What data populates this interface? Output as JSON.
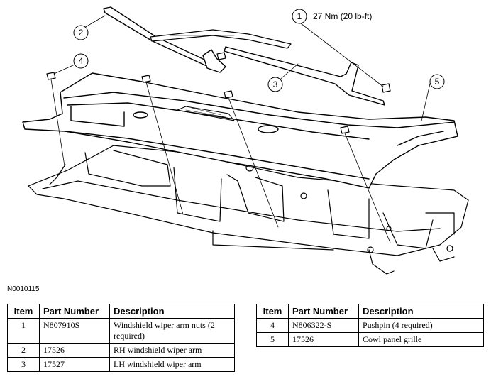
{
  "callouts": {
    "c1": "1",
    "c1_torque": "27 Nm (20 lb-ft)",
    "c2": "2",
    "c3": "3",
    "c4": "4",
    "c5": "5"
  },
  "figure_id": "N0010115",
  "tables": {
    "headers": {
      "item": "Item",
      "part_number": "Part Number",
      "description": "Description"
    },
    "left_rows": [
      {
        "item": "1",
        "part_number": "N807910S",
        "description": "Windshield wiper arm nuts (2 required)"
      },
      {
        "item": "2",
        "part_number": "17526",
        "description": "RH windshield wiper arm"
      },
      {
        "item": "3",
        "part_number": "17527",
        "description": "LH windshield wiper arm"
      }
    ],
    "right_rows": [
      {
        "item": "4",
        "part_number": "N806322-S",
        "description": "Pushpin (4 required)"
      },
      {
        "item": "5",
        "part_number": "17526",
        "description": "Cowl panel grille"
      }
    ]
  }
}
